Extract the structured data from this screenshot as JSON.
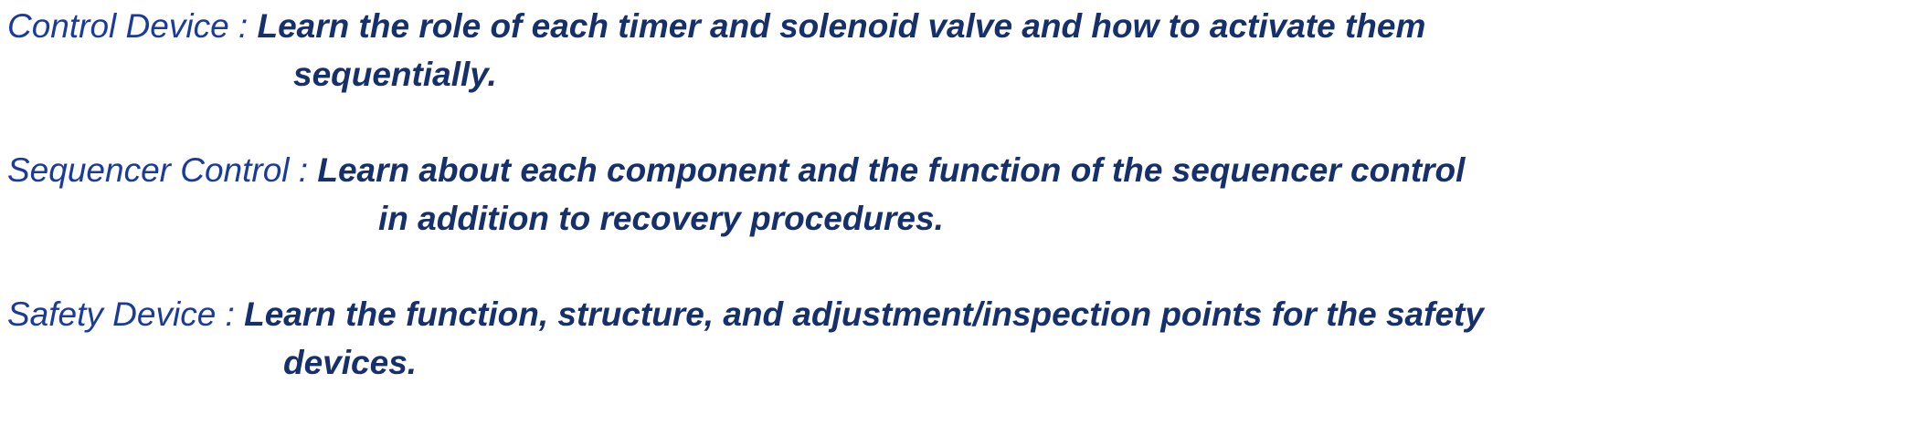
{
  "items": [
    {
      "term": "Control Device :",
      "line1": "Learn the role of each timer and solenoid valve and how to activate them",
      "line2": "sequentially."
    },
    {
      "term": "Sequencer Control :",
      "line1": "Learn about each component and the function of the sequencer control",
      "line2": "in addition to recovery procedures."
    },
    {
      "term": "Safety Device :",
      "line1": "Learn the function, structure, and adjustment/inspection points  for the safety",
      "line2": "devices."
    }
  ],
  "colors": {
    "term": "#1a3a9c",
    "description": "#16306b",
    "background": "#ffffff"
  }
}
